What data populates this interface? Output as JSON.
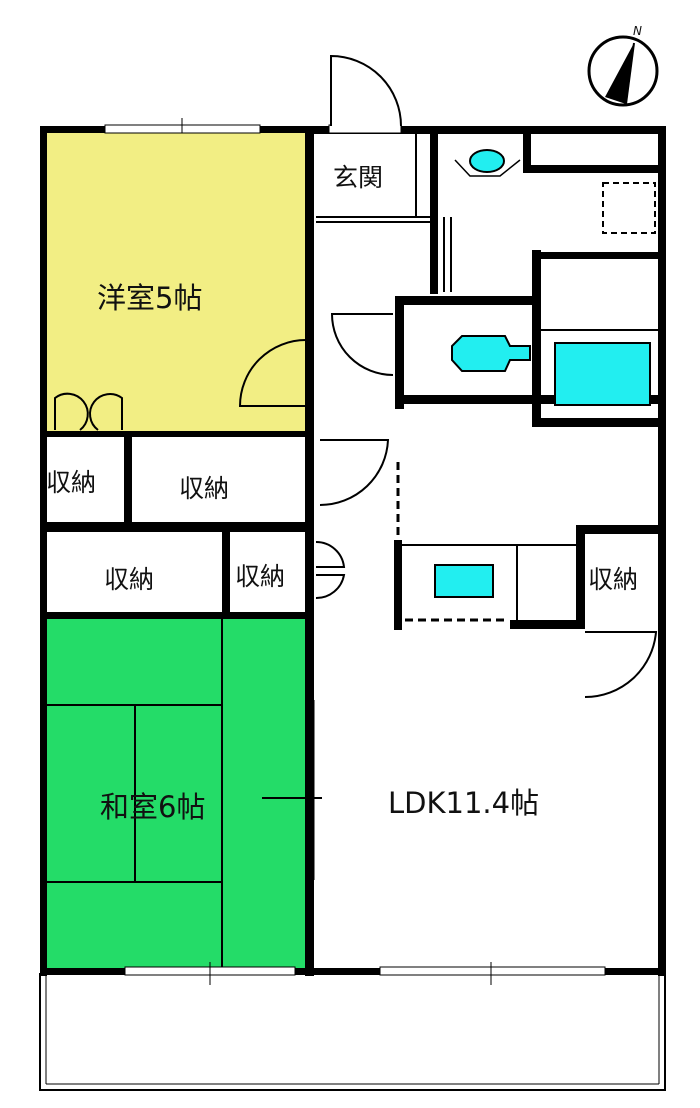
{
  "plan": {
    "compass_letter": "N",
    "rooms": {
      "western_room": "洋室5帖",
      "japanese_room": "和室6帖",
      "ldk": "LDK11.4帖",
      "entrance": "玄関",
      "storage_1": "収納",
      "storage_2": "収納",
      "storage_3": "収納",
      "storage_4": "収納",
      "storage_5": "収納"
    }
  },
  "colors": {
    "western_room": "#f2ee84",
    "japanese_room": "#24dc68",
    "fixtures": "#22eef0",
    "wall": "#000000"
  }
}
